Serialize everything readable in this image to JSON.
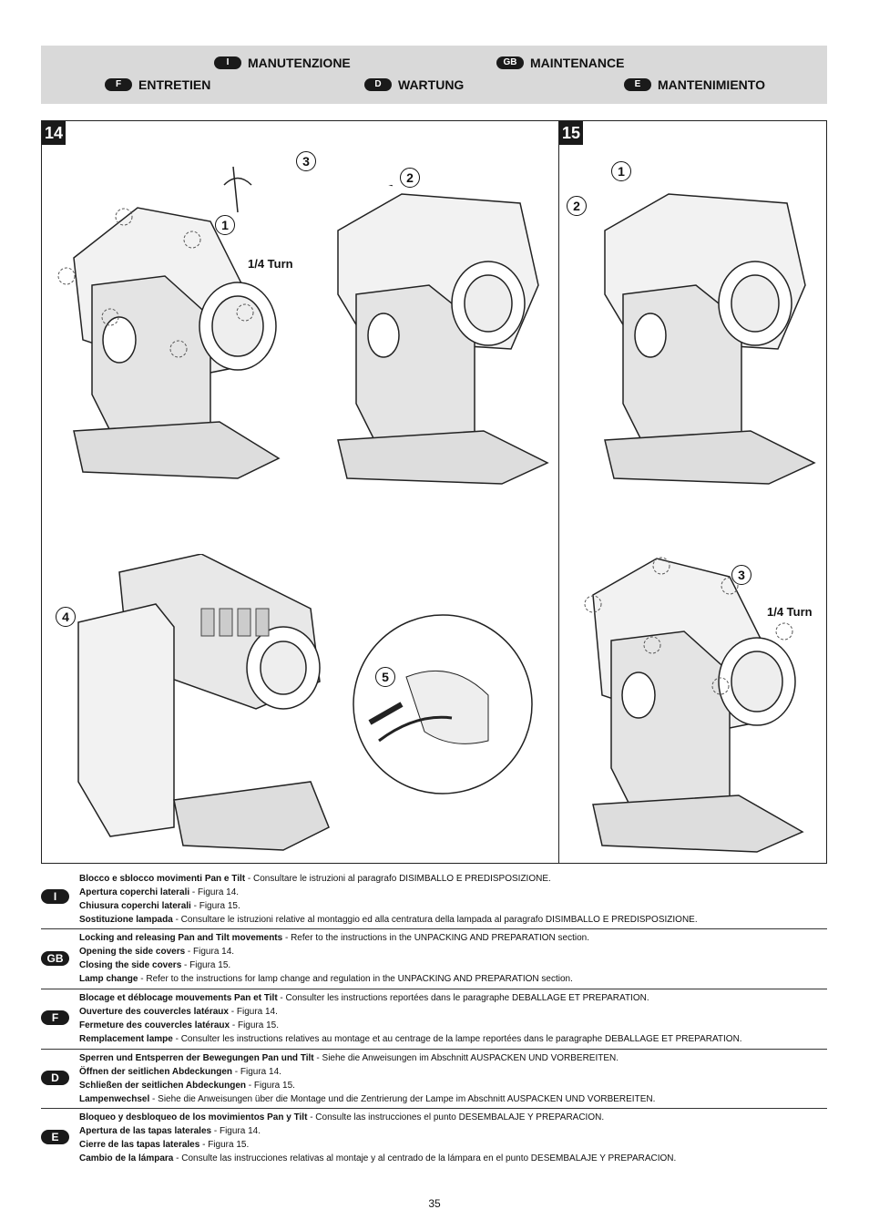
{
  "header": {
    "items": [
      {
        "code": "I",
        "label": "MANUTENZIONE"
      },
      {
        "code": "GB",
        "label": "MAINTENANCE"
      },
      {
        "code": "F",
        "label": "ENTRETIEN"
      },
      {
        "code": "D",
        "label": "WARTUNG"
      },
      {
        "code": "E",
        "label": "MANTENIMIENTO"
      }
    ]
  },
  "figures": {
    "fig14": {
      "number": "14",
      "callouts": [
        "1",
        "2",
        "3",
        "4",
        "5"
      ],
      "turn_label": "1/4 Turn"
    },
    "fig15": {
      "number": "15",
      "callouts": [
        "1",
        "2",
        "3"
      ],
      "turn_label": "1/4 Turn"
    }
  },
  "sections": [
    {
      "code": "I",
      "lines": [
        {
          "bold": "Blocco e sblocco movimenti Pan e Tilt",
          "text": "  - Consultare le istruzioni al paragrafo DISIMBALLO E PREDISPOSIZIONE."
        },
        {
          "bold": "Apertura coperchi laterali",
          "text": " - Figura 14."
        },
        {
          "bold": "Chiusura coperchi laterali",
          "text": " - Figura 15."
        },
        {
          "bold": "Sostituzione lampada",
          "text": " - Consultare le istruzioni relative al montaggio ed alla centratura della lampada al paragrafo DISIMBALLO E PREDISPOSIZIONE."
        }
      ]
    },
    {
      "code": "GB",
      "lines": [
        {
          "bold": "Locking and releasing Pan and Tilt movements",
          "text": " - Refer to the instructions in the UNPACKING AND PREPARATION section."
        },
        {
          "bold": "Opening the side covers",
          "text": " - Figura 14."
        },
        {
          "bold": "Closing the side covers",
          "text": " - Figura 15."
        },
        {
          "bold": "Lamp change",
          "text": " - Refer to the instructions for lamp change and regulation in the UNPACKING AND PREPARATION section."
        }
      ]
    },
    {
      "code": "F",
      "lines": [
        {
          "bold": "Blocage et déblocage mouvements Pan et Tilt",
          "text": "  - Consulter les instructions reportées dans le paragraphe DEBALLAGE ET PREPARATION."
        },
        {
          "bold": "Ouverture des couvercles latéraux",
          "text": " - Figura 14."
        },
        {
          "bold": "Fermeture des couvercles latéraux",
          "text": " - Figura 15."
        },
        {
          "bold": "Remplacement lampe",
          "text": " - Consulter les instructions relatives au montage et au centrage de la lampe reportées dans le paragraphe DEBALLAGE ET PREPARATION."
        }
      ]
    },
    {
      "code": "D",
      "lines": [
        {
          "bold": "Sperren und Entsperren der Bewegungen Pan und Tilt",
          "text": "  - Siehe die Anweisungen im Abschnitt AUSPACKEN UND VORBEREITEN."
        },
        {
          "bold": "Öffnen der seitlichen Abdeckungen",
          "text": " - Figura 14."
        },
        {
          "bold": "Schließen der seitlichen Abdeckungen",
          "text": " - Figura 15."
        },
        {
          "bold": "Lampenwechsel",
          "text": " - Siehe die Anweisungen über die Montage und die Zentrierung der Lampe im Abschnitt AUSPACKEN UND VORBEREITEN."
        }
      ]
    },
    {
      "code": "E",
      "lines": [
        {
          "bold": "Bloqueo y desbloqueo de los movimientos Pan y Tilt",
          "text": " - Consulte las instrucciones el punto DESEMBALAJE Y PREPARACION."
        },
        {
          "bold": "Apertura de las tapas laterales",
          "text": " - Figura 14."
        },
        {
          "bold": "Cierre de las tapas laterales",
          "text": " - Figura 15."
        },
        {
          "bold": "Cambio de la lámpara",
          "text": " - Consulte las instrucciones relativas al montaje y al centrado de la lámpara en el punto DESEMBALAJE Y PREPARACION."
        }
      ]
    }
  ],
  "page_number": "35"
}
